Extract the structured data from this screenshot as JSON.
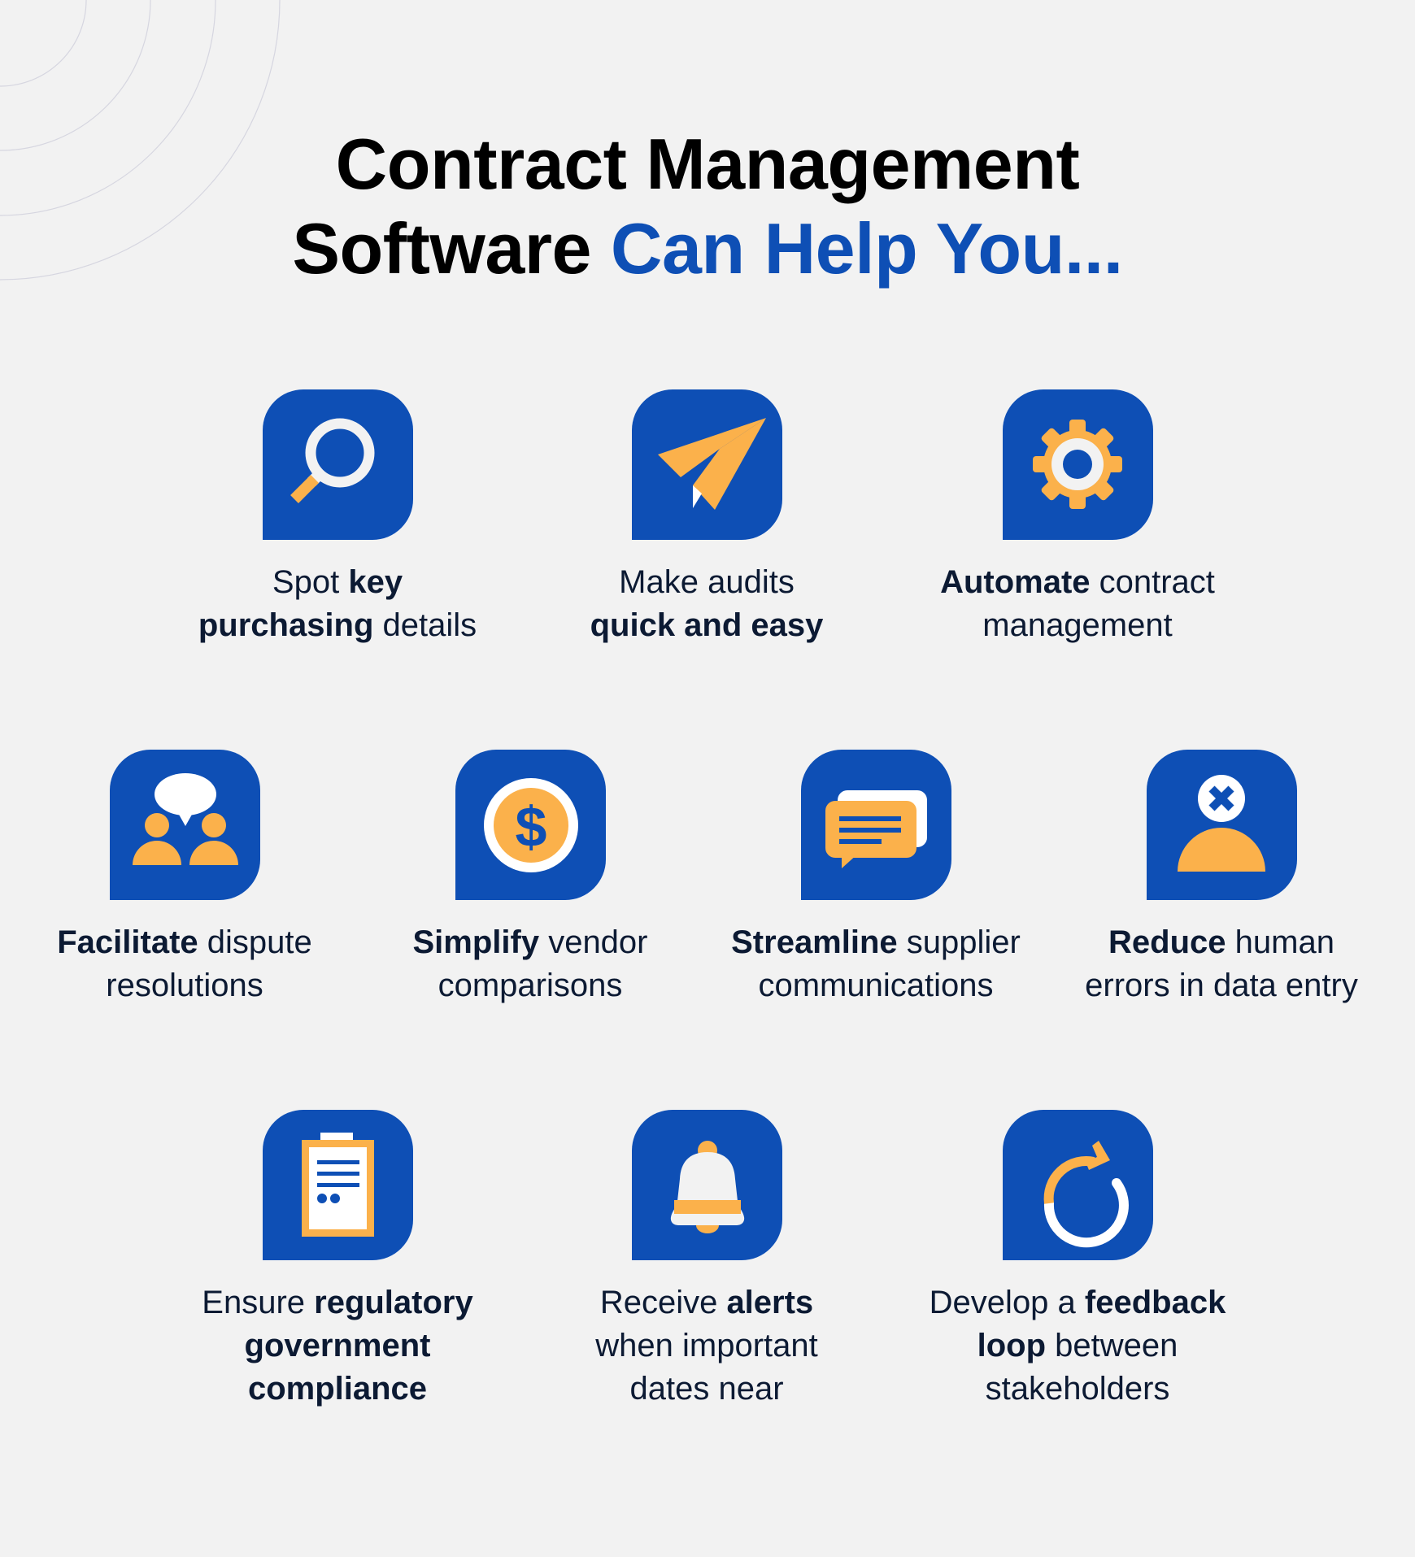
{
  "title": {
    "line1": "Contract Management",
    "line2_plain": "Software",
    "line2_accent": "Can Help You..."
  },
  "colors": {
    "background": "#f2f2f2",
    "brand_blue": "#0e4fb5",
    "accent_orange": "#fbb14b",
    "text_dark": "#0c1a33",
    "arc_stroke": "#d6d6e0"
  },
  "items": [
    {
      "icon": "magnifying-glass-icon",
      "lines": [
        [
          {
            "t": "Spot ",
            "b": false
          },
          {
            "t": "key",
            "b": true
          }
        ],
        [
          {
            "t": "purchasing",
            "b": true
          },
          {
            "t": " details",
            "b": false
          }
        ]
      ]
    },
    {
      "icon": "paper-plane-icon",
      "lines": [
        [
          {
            "t": "Make audits",
            "b": false
          }
        ],
        [
          {
            "t": "quick and easy",
            "b": true
          }
        ]
      ]
    },
    {
      "icon": "gear-icon",
      "lines": [
        [
          {
            "t": "Automate",
            "b": true
          },
          {
            "t": " contract",
            "b": false
          }
        ],
        [
          {
            "t": "management",
            "b": false
          }
        ]
      ]
    },
    {
      "icon": "people-speech-icon",
      "lines": [
        [
          {
            "t": "Facilitate",
            "b": true
          },
          {
            "t": " dispute",
            "b": false
          }
        ],
        [
          {
            "t": "resolutions",
            "b": false
          }
        ]
      ]
    },
    {
      "icon": "dollar-coin-icon",
      "lines": [
        [
          {
            "t": "Simplify",
            "b": true
          },
          {
            "t": " vendor",
            "b": false
          }
        ],
        [
          {
            "t": "comparisons",
            "b": false
          }
        ]
      ]
    },
    {
      "icon": "chat-bubbles-icon",
      "lines": [
        [
          {
            "t": "Streamline",
            "b": true
          },
          {
            "t": " supplier",
            "b": false
          }
        ],
        [
          {
            "t": "communications",
            "b": false
          }
        ]
      ]
    },
    {
      "icon": "user-error-icon",
      "lines": [
        [
          {
            "t": "Reduce",
            "b": true
          },
          {
            "t": " human",
            "b": false
          }
        ],
        [
          {
            "t": "errors in data entry",
            "b": false
          }
        ]
      ]
    },
    {
      "icon": "clipboard-icon",
      "lines": [
        [
          {
            "t": "Ensure ",
            "b": false
          },
          {
            "t": "regulatory",
            "b": true
          }
        ],
        [
          {
            "t": "government",
            "b": true
          }
        ],
        [
          {
            "t": "compliance",
            "b": true
          }
        ]
      ]
    },
    {
      "icon": "bell-icon",
      "lines": [
        [
          {
            "t": "Receive ",
            "b": false
          },
          {
            "t": "alerts",
            "b": true
          }
        ],
        [
          {
            "t": "when important",
            "b": false
          }
        ],
        [
          {
            "t": "dates near",
            "b": false
          }
        ]
      ]
    },
    {
      "icon": "refresh-loop-icon",
      "lines": [
        [
          {
            "t": "Develop a ",
            "b": false
          },
          {
            "t": "feedback",
            "b": true
          }
        ],
        [
          {
            "t": "loop",
            "b": true
          },
          {
            "t": " between",
            "b": false
          }
        ],
        [
          {
            "t": "stakeholders",
            "b": false
          }
        ]
      ]
    }
  ]
}
